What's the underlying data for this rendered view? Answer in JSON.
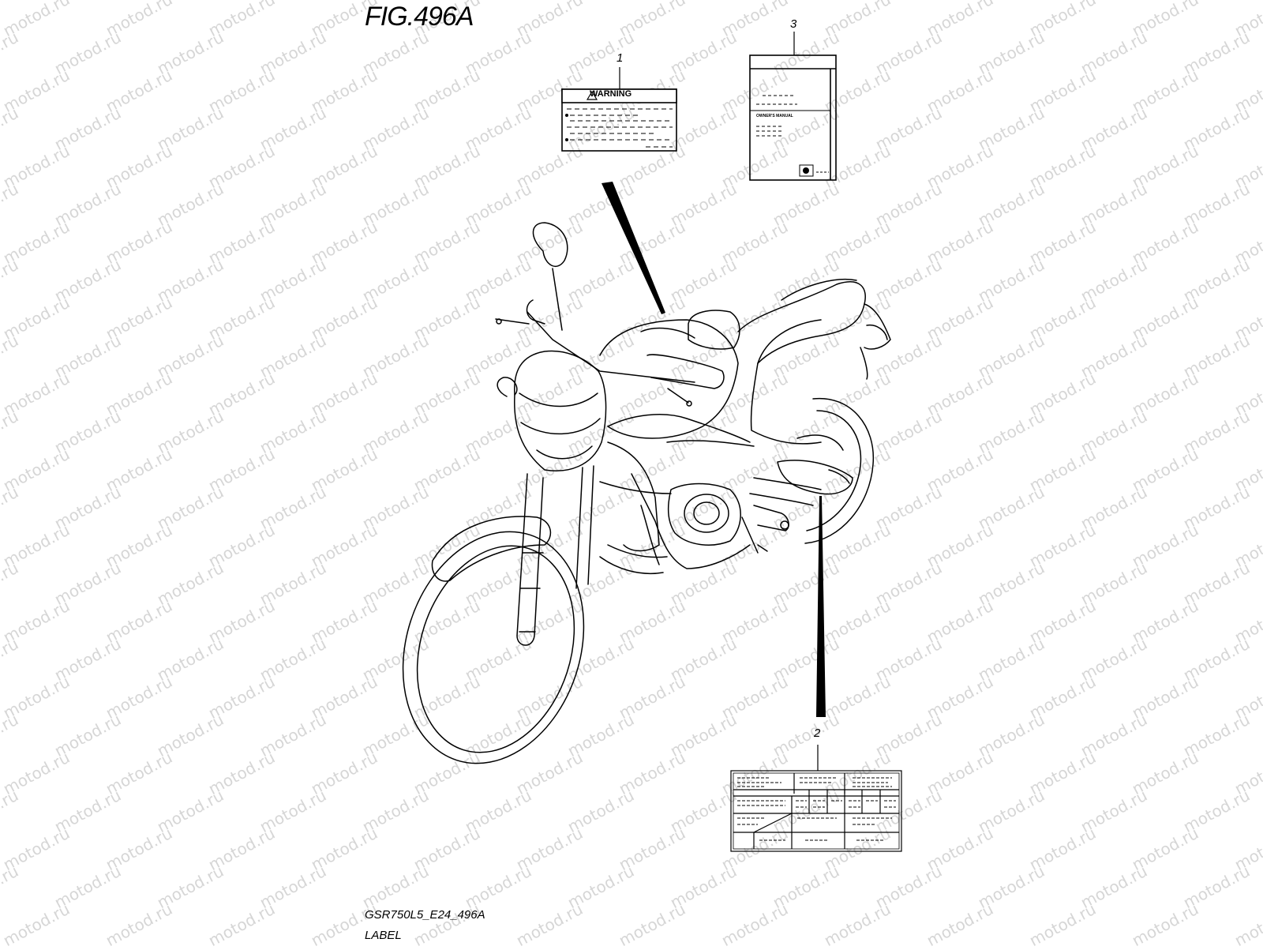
{
  "figure": {
    "title": "FIG.496A",
    "code": "GSR750L5_E24_496A",
    "caption": "LABEL"
  },
  "watermark": {
    "text": "motod.ru",
    "color": "#d6d6d6"
  },
  "callouts": [
    {
      "number": "1",
      "part": "warning-label"
    },
    {
      "number": "2",
      "part": "information-label"
    },
    {
      "number": "3",
      "part": "owners-manual"
    }
  ],
  "warning_label": {
    "heading": "WARNING",
    "icon": "warning-triangle-icon"
  },
  "owners_manual": {
    "cover_text": "OWNER'S MANUAL"
  },
  "illustration": {
    "subject": "motorcycle-line-drawing"
  }
}
